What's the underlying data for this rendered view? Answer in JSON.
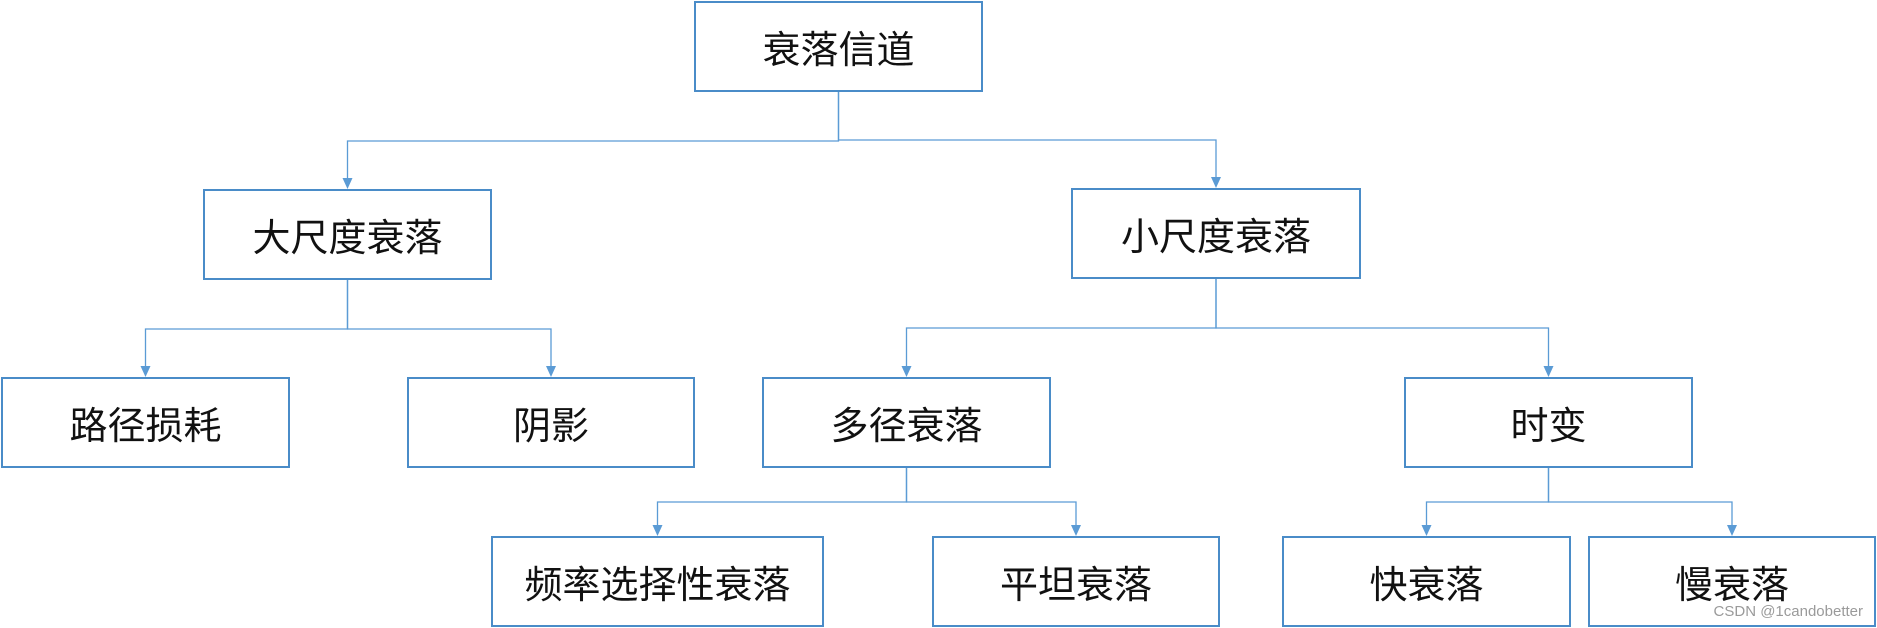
{
  "diagram": {
    "line_color": "#5b9bd5",
    "root": {
      "id": "root",
      "label": "衰落信道"
    },
    "level1": [
      {
        "id": "large",
        "label": "大尺度衰落"
      },
      {
        "id": "small",
        "label": "小尺度衰落"
      }
    ],
    "level2": [
      {
        "id": "pathloss",
        "label": "路径损耗"
      },
      {
        "id": "shadow",
        "label": "阴影"
      },
      {
        "id": "multipath",
        "label": "多径衰落"
      },
      {
        "id": "timevar",
        "label": "时变"
      }
    ],
    "level3": [
      {
        "id": "freqsel",
        "label": "频率选择性衰落"
      },
      {
        "id": "flat",
        "label": "平坦衰落"
      },
      {
        "id": "fast",
        "label": "快衰落"
      },
      {
        "id": "slow",
        "label": "慢衰落"
      }
    ],
    "edges": [
      [
        "root",
        "large"
      ],
      [
        "root",
        "small"
      ],
      [
        "large",
        "pathloss"
      ],
      [
        "large",
        "shadow"
      ],
      [
        "small",
        "multipath"
      ],
      [
        "small",
        "timevar"
      ],
      [
        "multipath",
        "freqsel"
      ],
      [
        "multipath",
        "flat"
      ],
      [
        "timevar",
        "fast"
      ],
      [
        "timevar",
        "slow"
      ]
    ]
  },
  "watermark": "CSDN @1candobetter"
}
